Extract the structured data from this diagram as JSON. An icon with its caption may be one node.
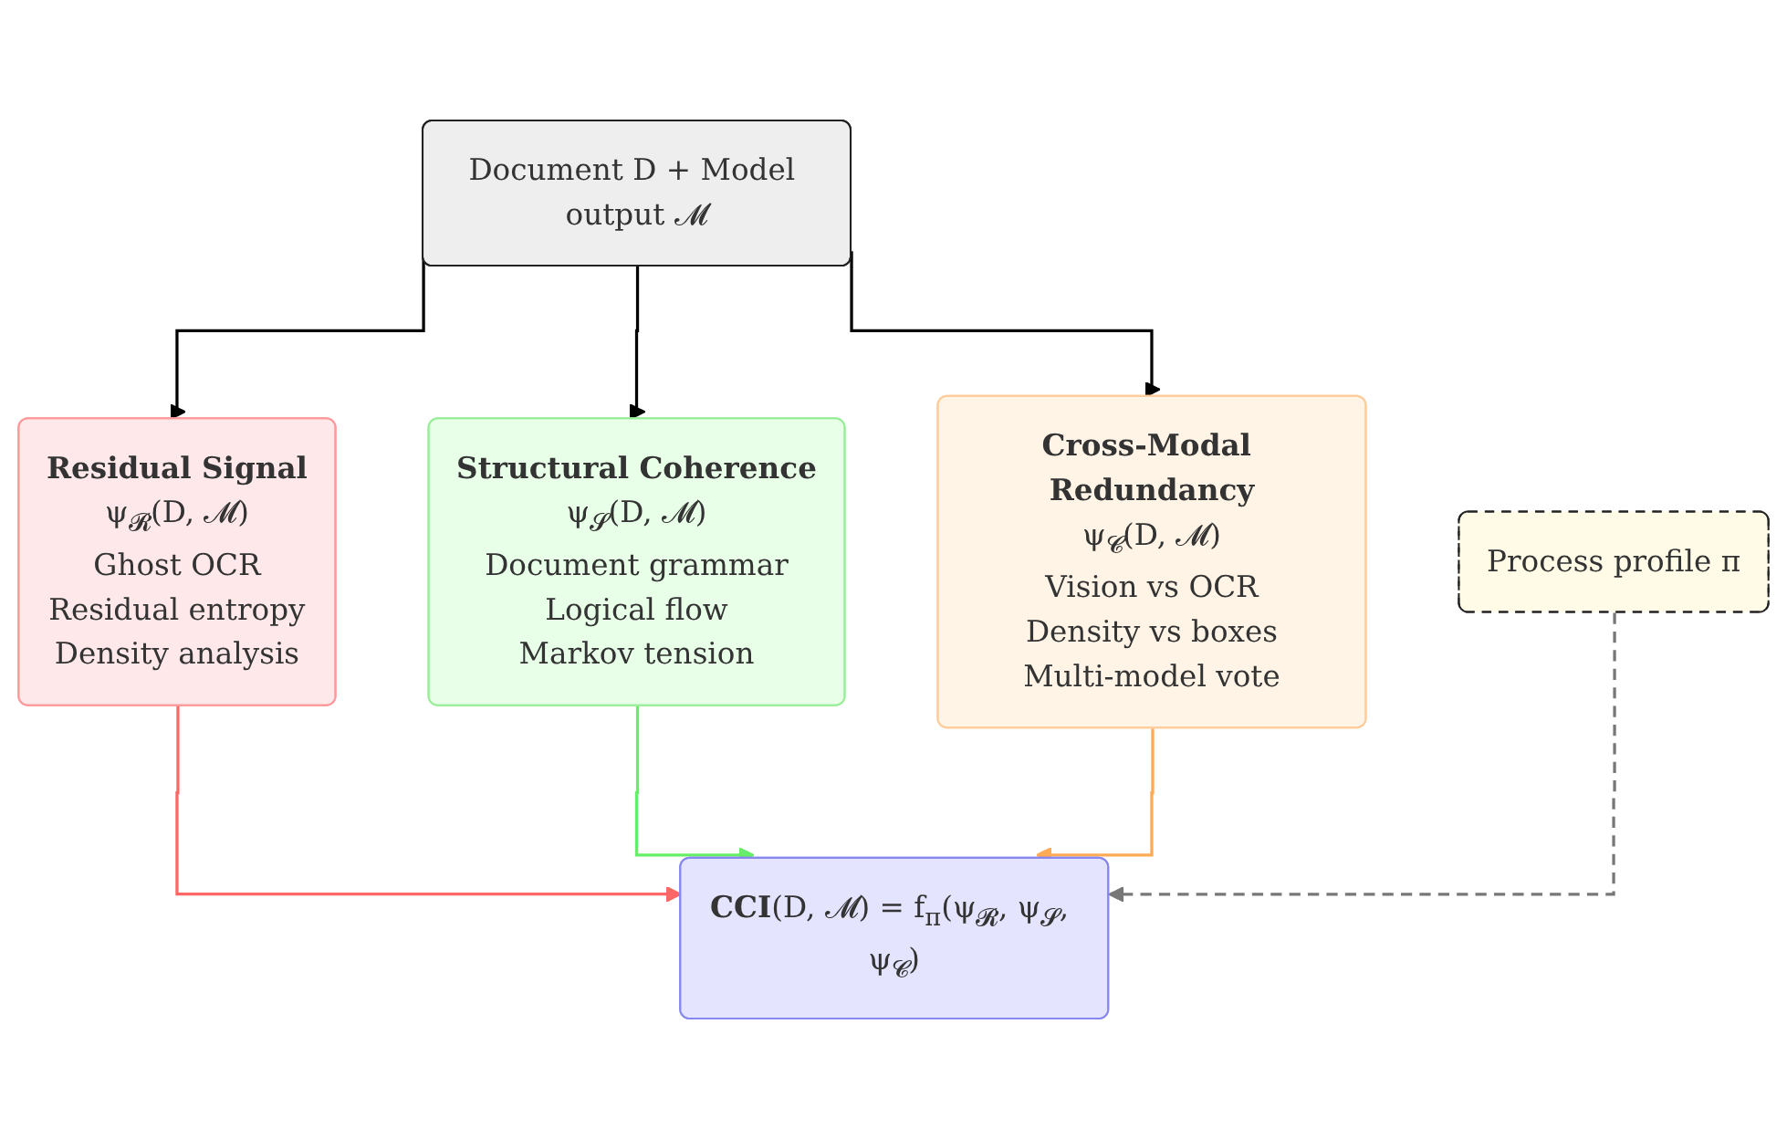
{
  "diagram": {
    "nodes": [
      {
        "text": [
          "Document D + Model output 𝓜"
        ]
      },
      {
        "text": [
          "Residual Signal",
          "ψ$_{𝓡}$(D, 𝓜)",
          "Ghost OCR",
          "Residual entropy",
          "Density analysis"
        ]
      },
      {
        "text": [
          "Structural Coherence",
          "ψ$_{𝓢}$(D, 𝓜)",
          "Document grammar",
          "Logical flow",
          "Markov tension"
        ]
      },
      {
        "text": [
          "Cross-Modal Redundancy",
          "ψ$_{𝓒}$(D, 𝓜)",
          "Vision vs OCR",
          "Density vs boxes",
          "Multi-model vote"
        ]
      },
      {
        "text": [
          "**CCI**(D, 𝓜) = f$_{π}$(ψ$_{𝓡}$, ψ$_{𝓢}$, ψ$_{𝓒}$)"
        ]
      },
      {
        "text": [
          "Process profile π"
        ]
      }
    ],
    "edges": [
      {
        "from": 0,
        "to": 1,
        "arrow": "to"
      },
      {
        "from": 0,
        "to": 2,
        "arrow": "to"
      },
      {
        "from": 0,
        "to": 3,
        "arrow": "to"
      },
      {
        "from": 1,
        "to": 4,
        "arrow": "to",
        "color": "#ff6666"
      },
      {
        "from": 2,
        "to": 4,
        "arrow": "to",
        "color": "#66ee66"
      },
      {
        "from": 3,
        "to": 4,
        "arrow": "to",
        "color": "#ffaa55"
      },
      {
        "from": 5,
        "to": 4,
        "arrow": "to",
        "style": "dashed",
        "color": "#777777"
      }
    ]
  }
}
